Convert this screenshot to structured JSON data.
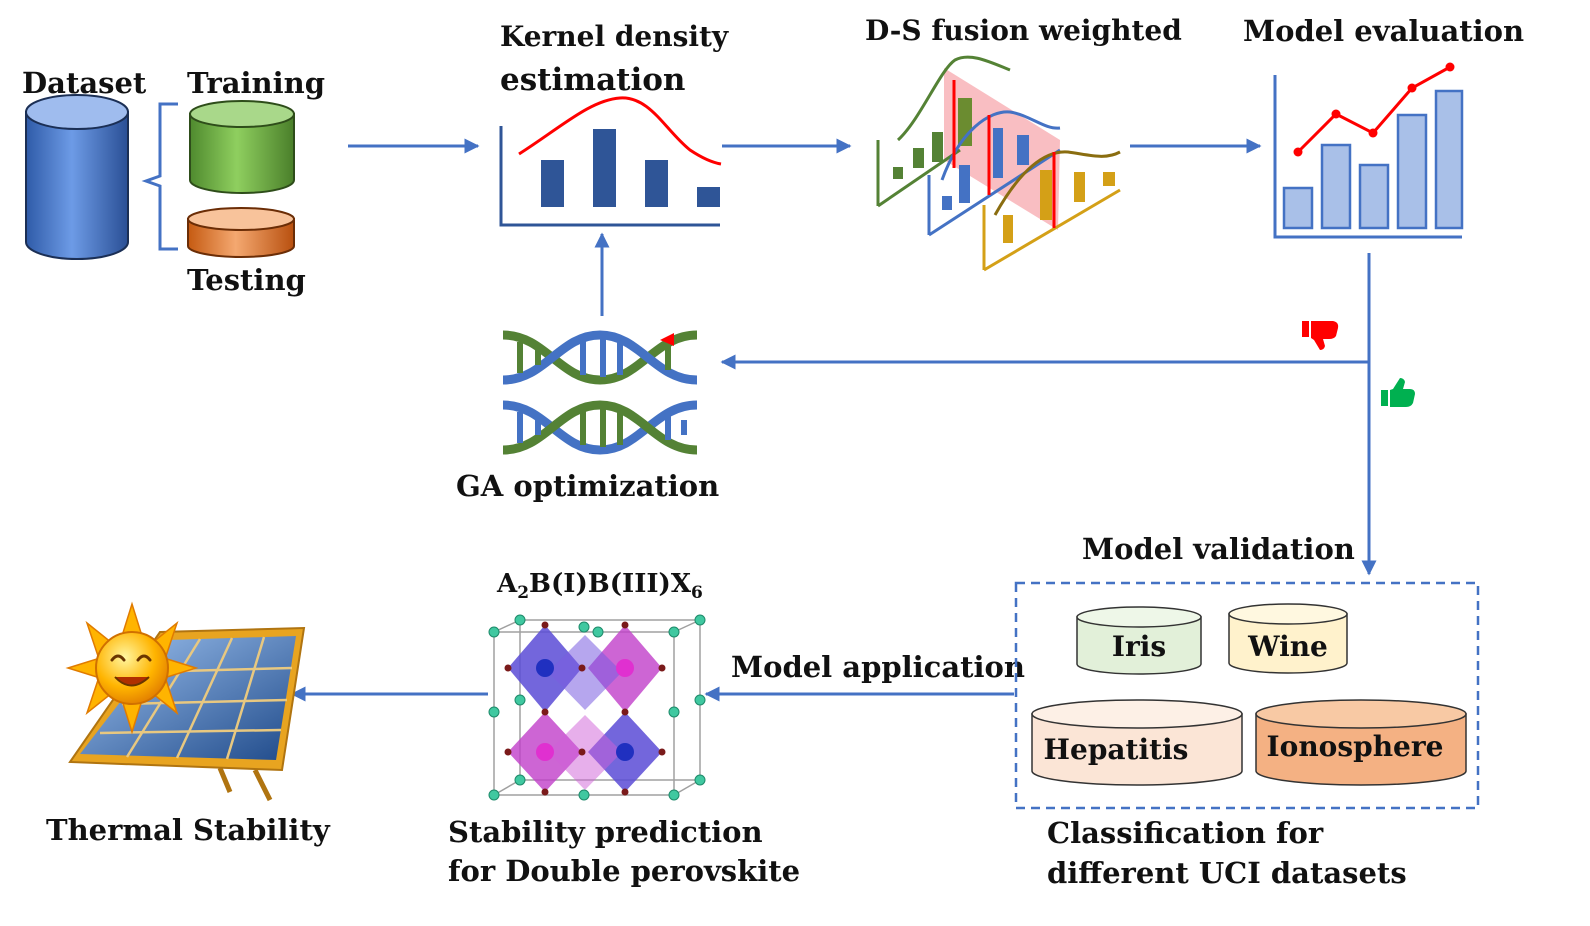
{
  "labels": {
    "dataset": "Dataset",
    "training": "Training",
    "testing": "Testing",
    "kde_line1": "Kernel density",
    "kde_line2": "estimation",
    "ds_fusion": "D-S fusion weighted",
    "model_evaluation": "Model evaluation",
    "ga_optimization": "GA optimization",
    "model_validation": "Model validation",
    "model_application": "Model application",
    "thermal_stability": "Thermal Stability",
    "stability_line1": "Stability prediction",
    "stability_line2": "for Double perovskite",
    "classification_line1": "Classification for",
    "classification_line2": "different UCI datasets"
  },
  "formula": {
    "parts": [
      "A",
      "2",
      "B(I)B(III)X",
      "6"
    ]
  },
  "uci_datasets": [
    "Iris",
    "Wine",
    "Hepatitis",
    "Ionosphere"
  ],
  "icons": {
    "dataset": "database-cylinder-icon",
    "training": "database-cylinder-icon",
    "testing": "database-cylinder-icon",
    "kde": "kde-histogram-icon",
    "ds": "ds-fusion-icon",
    "evaluation": "bar-line-chart-icon",
    "ga": "dna-helix-icon",
    "thumbs_down": "thumbs-down-icon",
    "thumbs_up": "thumbs-up-icon",
    "crystal": "perovskite-crystal-icon",
    "solar": "solar-panel-sun-icon"
  },
  "colors": {
    "arrow": "#4472c4",
    "dataset_blue": "#4d7fd0",
    "training_green": "#70ad47",
    "testing_orange": "#ed7d31",
    "kde_curve": "#ff0000",
    "kde_bars": "#2f5597",
    "eval_bars": "#a9c0e8",
    "eval_line": "#ff0000",
    "dna_green": "#548235",
    "dna_blue": "#4472c4",
    "thumb_down": "#ff0000",
    "thumb_up": "#00b050",
    "iris_fill": "#e2f0d9",
    "wine_fill": "#fff2cc",
    "hepatitis_fill": "#fbe5d6",
    "ionosphere_fill": "#f4b183"
  }
}
